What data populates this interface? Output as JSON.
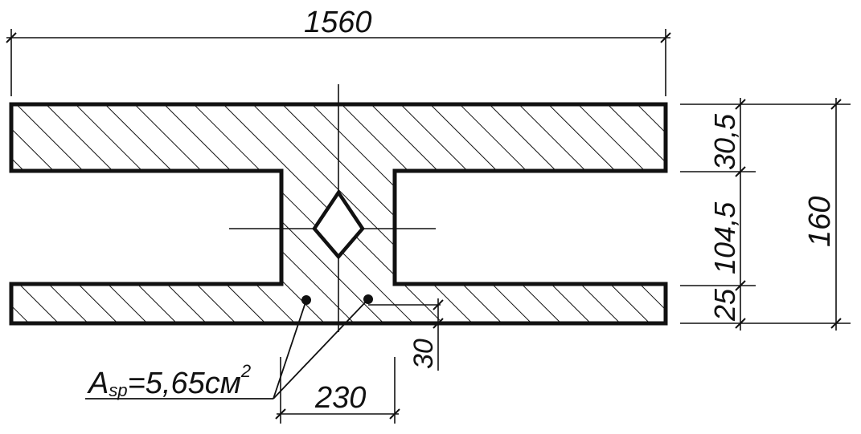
{
  "drawing": {
    "overall_width": "1560",
    "total_height": "160",
    "top_flange_thickness": "30,5",
    "web_height": "104,5",
    "bottom_flange_thickness": "25",
    "rebar_cover": "30",
    "rebar_spacing": "230",
    "rebar_area_symbol": "A",
    "rebar_area_subscript": "sp",
    "rebar_area_value": "=5,65см",
    "rebar_area_exponent": "2"
  },
  "colors": {
    "line": "#111111",
    "hatch": "#111111",
    "background": "#ffffff"
  }
}
